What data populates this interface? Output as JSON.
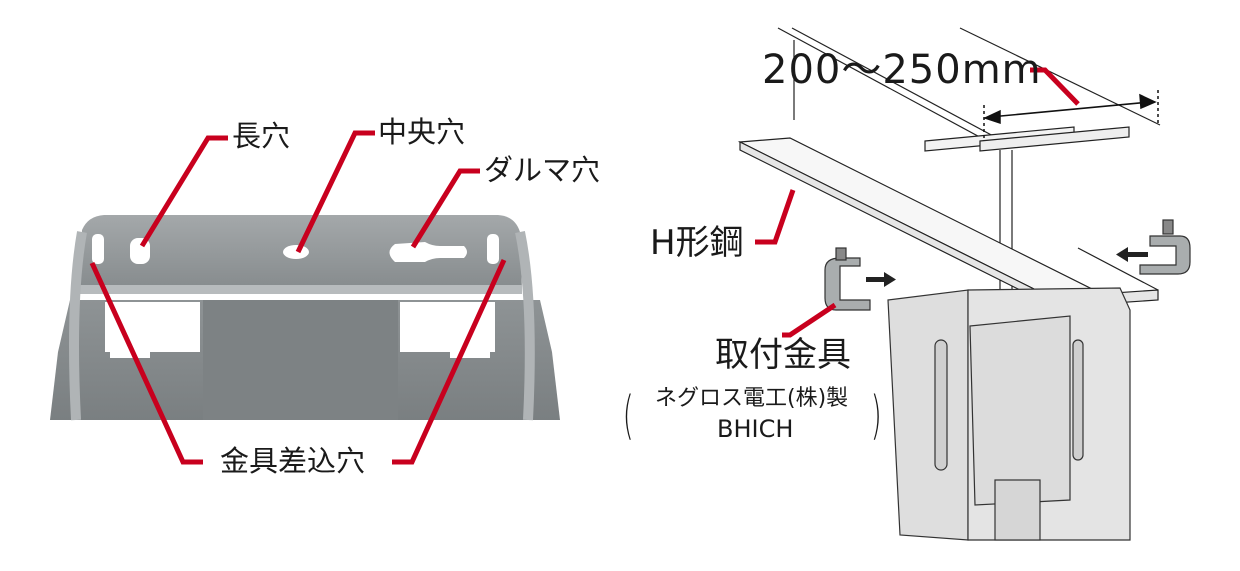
{
  "left_figure": {
    "subject": "mounting-bracket-photo",
    "callouts": [
      {
        "id": "long-hole",
        "label": "長穴"
      },
      {
        "id": "center-hole",
        "label": "中央穴"
      },
      {
        "id": "keyhole",
        "label": "ダルマ穴"
      },
      {
        "id": "fitting-insert-hole",
        "label": "金具差込穴"
      }
    ]
  },
  "right_figure": {
    "subject": "h-beam-installation-diagram",
    "dimension": "200～250mm",
    "callouts": [
      {
        "id": "h-beam",
        "label": "H形鋼"
      },
      {
        "id": "mounting-fitting",
        "label": "取付金具"
      }
    ],
    "fitting_maker": "ネグロス電工(株)製",
    "fitting_model": "BHICH",
    "paren_open": "(",
    "paren_close": ")"
  },
  "colors": {
    "leader_line": "#c8001e",
    "bracket_metal": "#8f9496",
    "text": "#1a1a1a"
  }
}
